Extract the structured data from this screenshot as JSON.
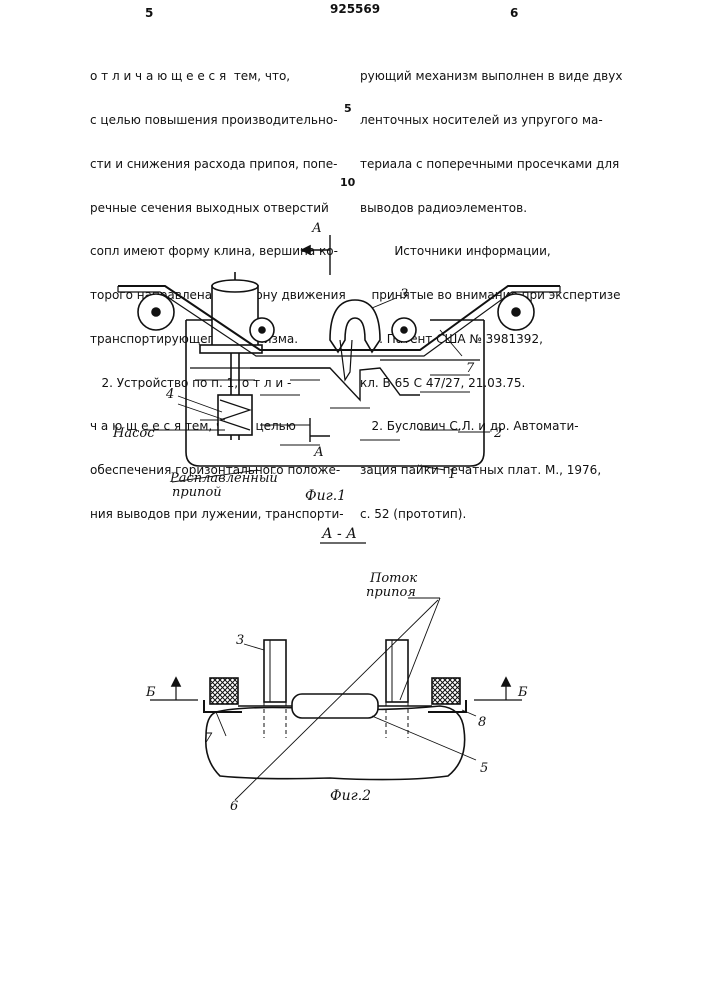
{
  "header": {
    "page_left": "5",
    "doc_number": "925569",
    "page_right": "6"
  },
  "line_numbers": {
    "n5": "5",
    "n10": "10"
  },
  "left_column": [
    "о т л и ч а ю щ е е с я  тем, что,",
    "с целью повышения производительно-",
    "сти и снижения расхода припоя, попе-",
    "речные сечения выходных отверстий",
    "сопл имеют форму клина, вершина ко-",
    "торого направлена в сторону движения",
    "транспортирующего механизма.",
    "   2. Устройство по п. 1, о т л и -",
    "ч а ю щ е е с я тем, что, с целью",
    "обеспечения горизонтального положе-",
    "ния выводов при лужении, транспорти-"
  ],
  "right_column": [
    "рующий механизм выполнен в виде двух",
    "ленточных носителей из упругого ма-",
    "териала с поперечными просечками для",
    "выводов радиоэлементов.",
    "         Источники информации,",
    "   принятые во внимание при экспертизе",
    "   1. Патент США № 3981392,",
    "кл. В 65 С 47/27, 21.03.75.",
    "   2. Буслович С.Л. и др. Автомати-",
    "зация пайки печатных плат. М., 1976,",
    "с. 52 (прототип)."
  ],
  "fig1": {
    "caption": "Фиг.1",
    "section_mark_top": "А",
    "section_mark_bottom": "А",
    "label_pump": "Насос",
    "label_solder_line1": "Расплавленный",
    "label_solder_line2": "припой",
    "num_1": "1",
    "num_2": "2",
    "num_3": "3",
    "num_4": "4",
    "num_7": "7"
  },
  "fig2": {
    "section_title": "А - А",
    "caption": "Фиг.2",
    "flow_line1": "Поток",
    "flow_line2": "припоя",
    "mark_left": "Б",
    "mark_right": "Б",
    "num_3": "3",
    "num_5": "5",
    "num_6": "6",
    "num_7": "7",
    "num_8": "8"
  }
}
